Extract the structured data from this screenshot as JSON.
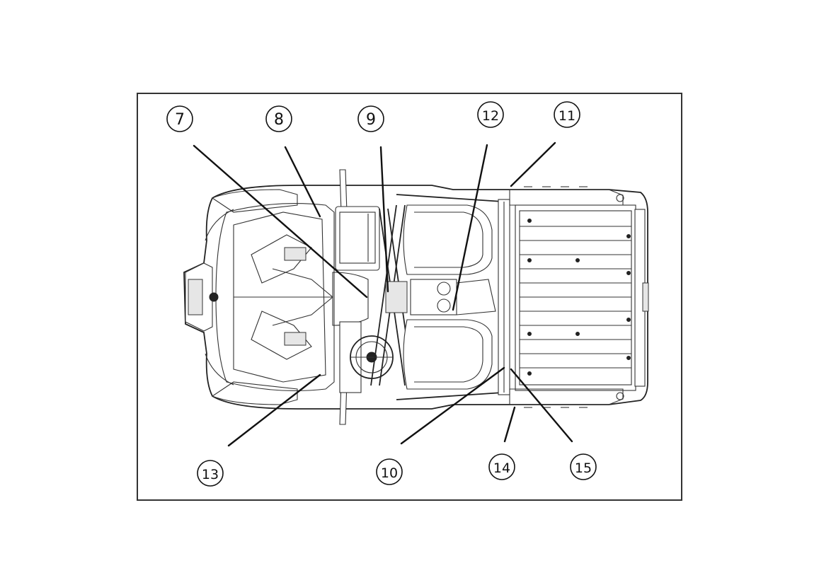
{
  "callouts": [
    {
      "id": "7",
      "label": "7"
    },
    {
      "id": "8",
      "label": "8"
    },
    {
      "id": "9",
      "label": "9"
    },
    {
      "id": "12",
      "label": "12"
    },
    {
      "id": "11",
      "label": "11"
    },
    {
      "id": "13",
      "label": "13"
    },
    {
      "id": "10",
      "label": "10"
    },
    {
      "id": "14",
      "label": "14"
    },
    {
      "id": "15",
      "label": "15"
    }
  ],
  "colors": {
    "line": "#111111",
    "background": "#ffffff",
    "frame": "#333333"
  }
}
